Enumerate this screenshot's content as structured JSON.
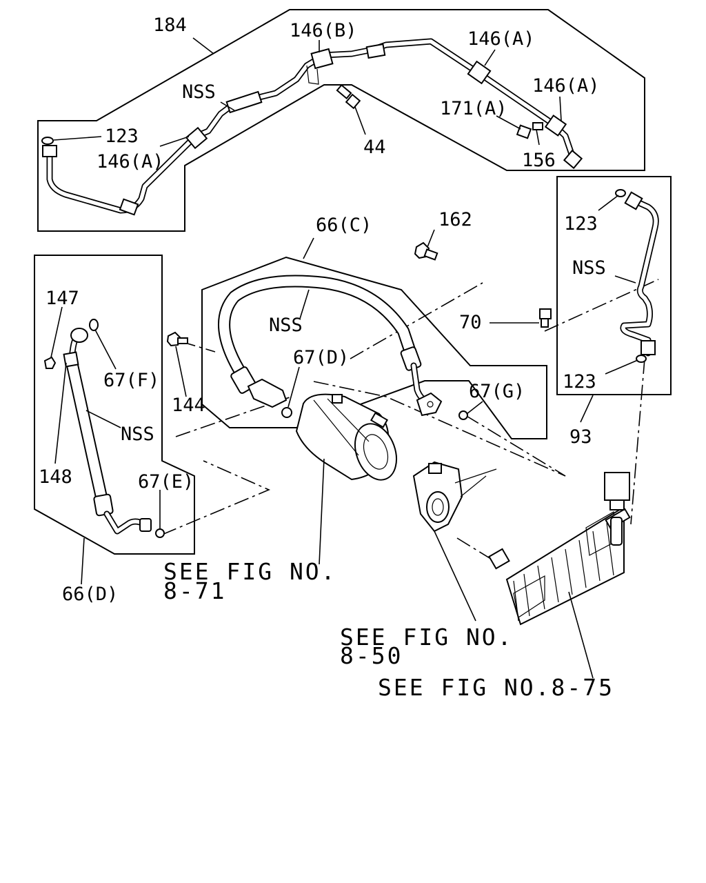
{
  "labels": {
    "l184": "184",
    "l146b": "146(B)",
    "l146a_top": "146(A)",
    "l146a_right": "146(A)",
    "l146a_left": "146(A)",
    "l171a": "171(A)",
    "l156": "156",
    "l44": "44",
    "l123_top": "123",
    "l123_right_top": "123",
    "l123_right_bottom": "123",
    "lnss_top": "NSS",
    "lnss_right": "NSS",
    "lnss_mid": "NSS",
    "lnss_left": "NSS",
    "l66c": "66(C)",
    "l162": "162",
    "l70": "70",
    "l67d": "67(D)",
    "l67g": "67(G)",
    "l93": "93",
    "l147": "147",
    "l67f": "67(F)",
    "l144": "144",
    "l148": "148",
    "l67e": "67(E)",
    "l66d": "66(D)"
  },
  "references": {
    "fig871_line1": "SEE FIG NO.",
    "fig871_line2": "8-71",
    "fig850_line1": "SEE FIG NO.",
    "fig850_line2": "8-50",
    "fig875": "SEE FIG NO.8-75"
  }
}
